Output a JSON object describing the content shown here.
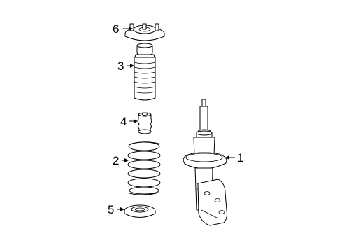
{
  "callouts": {
    "strut": "1",
    "coil_spring": "2",
    "dust_boot": "3",
    "bump_stop": "4",
    "spring_seat": "5",
    "strut_mount": "6"
  }
}
